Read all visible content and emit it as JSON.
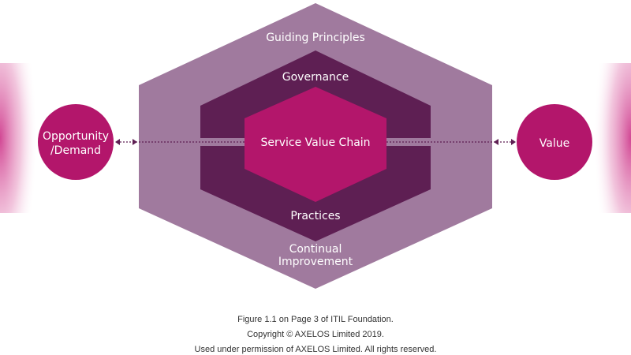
{
  "diagram": {
    "outer_label": "Guiding Principles",
    "outer_label_bottom_line1": "Continual",
    "outer_label_bottom_line2": "Improvement",
    "middle_label_top": "Governance",
    "middle_label_bottom": "Practices",
    "core_label": "Service Value Chain",
    "input_label_line1": "Opportunity",
    "input_label_line2": "/Demand",
    "output_label": "Value"
  },
  "colors": {
    "outer_hexagon": "#a07a9e",
    "middle_hexagon": "#5e1f53",
    "core_hexagon": "#b3166b",
    "node_circle": "#b3166b",
    "side_glow": "#cf3d8e",
    "connector": "#5e1f53"
  },
  "footer": {
    "line1": "Figure 1.1 on Page 3 of ITIL Foundation.",
    "line2": "Copyright © AXELOS Limited 2019.",
    "line3": "Used under permission of AXELOS Limited. All rights reserved."
  }
}
